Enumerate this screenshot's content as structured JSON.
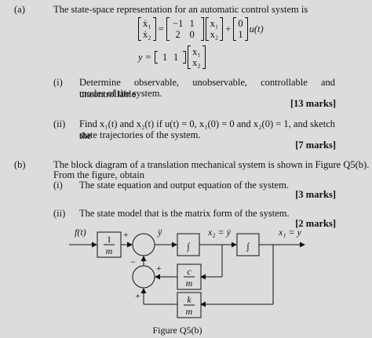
{
  "part_a": {
    "label": "(a)",
    "intro": "The state-space representation for an automatic control system is",
    "state_eq": {
      "lhs": [
        "ẋ₁",
        "ẋ₂"
      ],
      "A": [
        [
          "−1",
          "1"
        ],
        [
          "2",
          "0"
        ]
      ],
      "x": [
        "x₁",
        "x₂"
      ],
      "B": [
        "0",
        "1"
      ],
      "input": "u(t)"
    },
    "output_eq": {
      "lhs": "y =",
      "C": [
        "1",
        "1"
      ],
      "x": [
        "x₁",
        "x₂"
      ]
    },
    "q1": {
      "label": "(i)",
      "line1": "Determine observable, unobservable, controllable and uncontrollable",
      "line2": "modes of the system.",
      "marks": "[13 marks]"
    },
    "q2": {
      "label": "(ii)",
      "line1": "Find x₁(t) and x₂(t) if u(t) = 0, x₁(0) = 0 and x₂(0) = 1, and sketch the",
      "line2": "state trajectories of the system.",
      "marks": "[7 marks]"
    }
  },
  "part_b": {
    "label": "(b)",
    "intro1": "The block diagram of a translation mechanical system is shown in Figure Q5(b).",
    "intro2": "From the figure, obtain",
    "q1": {
      "label": "(i)",
      "text": "The state equation and output equation of the system.",
      "marks": "[3 marks]"
    },
    "q2": {
      "label": "(ii)",
      "text": "The state model that is the matrix form of the system.",
      "marks": "[2 marks]"
    }
  },
  "diagram": {
    "input_label": "f(t)",
    "gain1_num": "1",
    "gain1_den": "m",
    "plus_top": "+",
    "accel_label": "ÿ",
    "integrator1": "∫",
    "x2_label": "x₂ = ẏ",
    "integrator2": "∫",
    "x1_label": "x₁ = y",
    "minus_sign": "−",
    "plus_mid": "+",
    "plus_bot": "+",
    "damper_num": "c",
    "damper_den": "m",
    "spring_num": "k",
    "spring_den": "m",
    "caption": "Figure Q5(b)"
  }
}
